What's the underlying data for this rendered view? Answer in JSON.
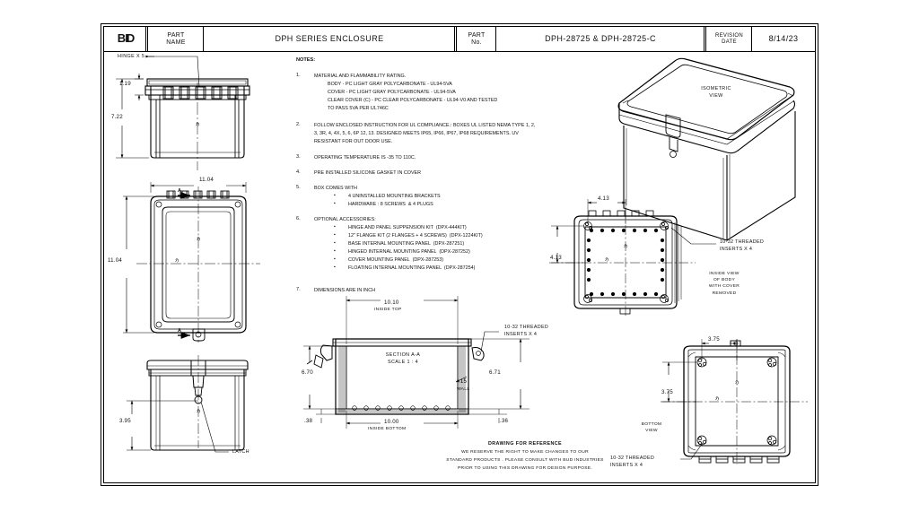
{
  "titleblock": {
    "logo": "BUD",
    "part_name_label": "PART\nNAME",
    "part_name_value": "DPH SERIES ENCLOSURE",
    "part_no_label": "PART\nNo.",
    "part_no_value": "DPH-28725 & DPH-28725-C",
    "revision_label": "REVISION\nDATE",
    "revision_value": "8/14/23"
  },
  "notes": {
    "heading": "NOTES:",
    "items": [
      {
        "num": "1.",
        "title": "MATERIAL AND FLAMMABILITY RATING.",
        "lines": [
          "BODY - PC LIGHT GRAY POLYCARBONATE - UL94-5VA",
          "COVER - PC LIGHT GRAY POLYCARBONATE - UL94-5VA",
          "CLEAR COVER (C) - PC CLEAR POLYCARBONATE - UL94-V0 AND TESTED",
          "TO PASS 5VA PER UL746C"
        ]
      },
      {
        "num": "2.",
        "title": "FOLLOW ENCLOSED INSTRUCTION FOR UL COMPLIANCE.: BOXES UL LISTED NEMA TYPE 1, 2,",
        "lines": [
          "3, 3R, 4, 4X, 5, 6, 6P 12, 13. DESIGNED MEETS IP65, IP66, IP67, IP68 REQUIREMENTS. UV",
          "RESISTANT FOR OUT DOOR USE."
        ]
      },
      {
        "num": "3.",
        "title": "OPERATING TEMPERATURE IS -35 TO 110C.",
        "lines": [],
        "color": "#1b3a99"
      },
      {
        "num": "4.",
        "title": "PRE INSTALLED SILICONE GASKET IN COVER",
        "lines": []
      },
      {
        "num": "5.",
        "title": "BOX COMES WITH",
        "bullets": [
          "4 UNINSTALLED MOUNTING BRACKETS",
          "HARDWARE : 8 SCREWS  & 4 PLUGS"
        ]
      },
      {
        "num": "6.",
        "title": "OPTIONAL ACCESSORIES:",
        "bullets": [
          "HINGE AND PANEL SUPPENSION KIT  (DPX-444KIT)",
          "12\" FLANGE KIT (2 FLANGES + 4 SCREWS)  (DPX-1224KIT)",
          "BASE INTERNAL MOUNTING PANEL  (DPX-287251)",
          "HINGED INTERNAL MOUNTING PANEL  (DPX-287252)",
          "COVER MOUNTING PANEL  (DPX-287253)",
          "FLOATING INTERNAL MOUNTING PANEL  (DPX-287254)"
        ]
      },
      {
        "num": "7.",
        "title": "DIMENSIONS ARE IN INCH",
        "lines": []
      }
    ]
  },
  "views": {
    "top_left": {
      "callout_hinge": "HINGE X 5",
      "dim_lip": "1.19",
      "dim_height": "7.22"
    },
    "front": {
      "dim_width": "11.04",
      "dim_height": "11.04",
      "section_letter_top": "A",
      "section_letter_bottom": "A"
    },
    "bottom_left": {
      "dim_height": "3.95",
      "callout_latch": "LATCH"
    },
    "isometric": {
      "label": "ISOMETRIC\nVIEW"
    },
    "section": {
      "title": "SECTION A-A",
      "scale": "SCALE 1 : 4",
      "dim_inside_top": "10.10",
      "label_inside_top": "INSIDE TOP",
      "dim_inside_bottom": "10.00",
      "label_inside_bottom": "INSIDE BOTTOM",
      "dim_left": "6.70",
      "dim_right": "6.71",
      "dim_wall": ".15",
      "label_wall": "WALL",
      "dim_flange": ".38",
      "dim_base": ".36",
      "callout_inserts": "10-32 THREADED\nINSERTS X 4"
    },
    "inside": {
      "dim_h": "4.13",
      "dim_v": "4.13",
      "callout_inserts": "10-32 THREADED\nINSERTS X 4",
      "label": "INSIDE VIEW\nOF BODY\nWITH COVER\nREMOVED"
    },
    "bottom_right": {
      "dim_h": "3.75",
      "dim_v": "3.75",
      "label": "BOTTOM\nVIEW",
      "callout_inserts": "10-32 THREADED\nINSERTS X 4"
    }
  },
  "disclaimer": {
    "heading": "DRAWING FOR REFERENCE",
    "line1": "WE RESERVE THE RIGHT TO MAKE CHANGES TO OUR",
    "line2": "STANDARD PRODUCTS . PLEASE CONSULT WITH BUD INDUSTRIES",
    "line3": "PRIOR TO USING THIS DRAWING FOR DESIGN PURPOSE."
  },
  "colors": {
    "line": "#000000",
    "note_highlight": "#1b3a99",
    "paper": "#ffffff"
  }
}
